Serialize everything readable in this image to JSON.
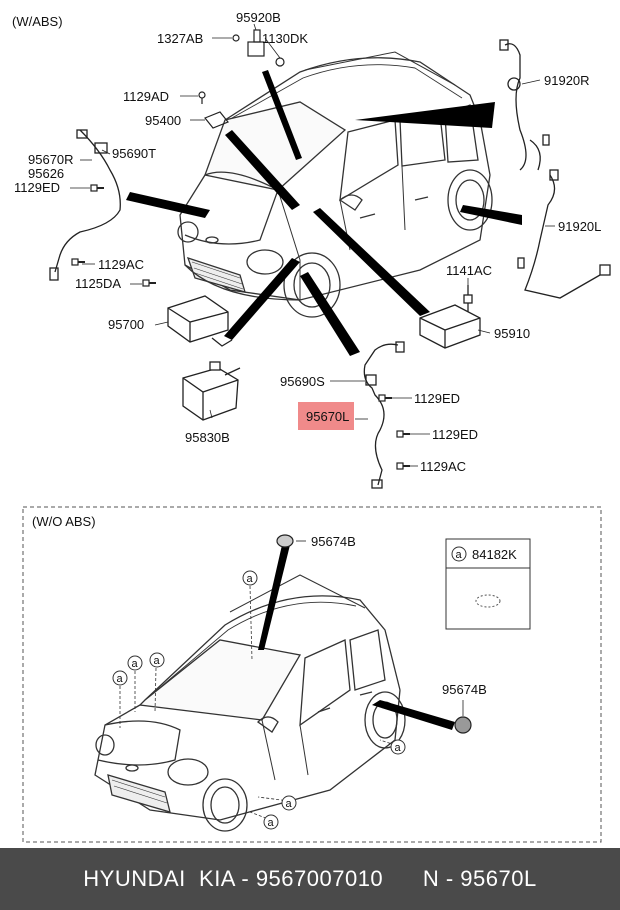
{
  "sections": {
    "with_abs": "(W/ABS)",
    "without_abs": "(W/O ABS)"
  },
  "parts": {
    "p95920B": "95920B",
    "p1327AB": "1327AB",
    "p1130DK": "1130DK",
    "p1129AD": "1129AD",
    "p95400": "95400",
    "p95670R": "95670R",
    "p95690T": "95690T",
    "p95626": "95626",
    "p1129ED_left": "1129ED",
    "p1129AC_left": "1129AC",
    "p1125DA": "1125DA",
    "p95700": "95700",
    "p95830B": "95830B",
    "p91920R": "91920R",
    "p91920L": "91920L",
    "p1141AC": "1141AC",
    "p95910": "95910",
    "p95690S": "95690S",
    "p95670L": "95670L",
    "p1129ED_a": "1129ED",
    "p1129ED_b": "1129ED",
    "p1129AC_right": "1129AC",
    "p95674B_top": "95674B",
    "p95674B_right": "95674B",
    "p84182K": "84182K"
  },
  "callout_letter": "a",
  "highlight_color": "#f08a8a",
  "footer": {
    "text": "HYUNDAI  KIA - 9567007010      N - 95670L"
  }
}
